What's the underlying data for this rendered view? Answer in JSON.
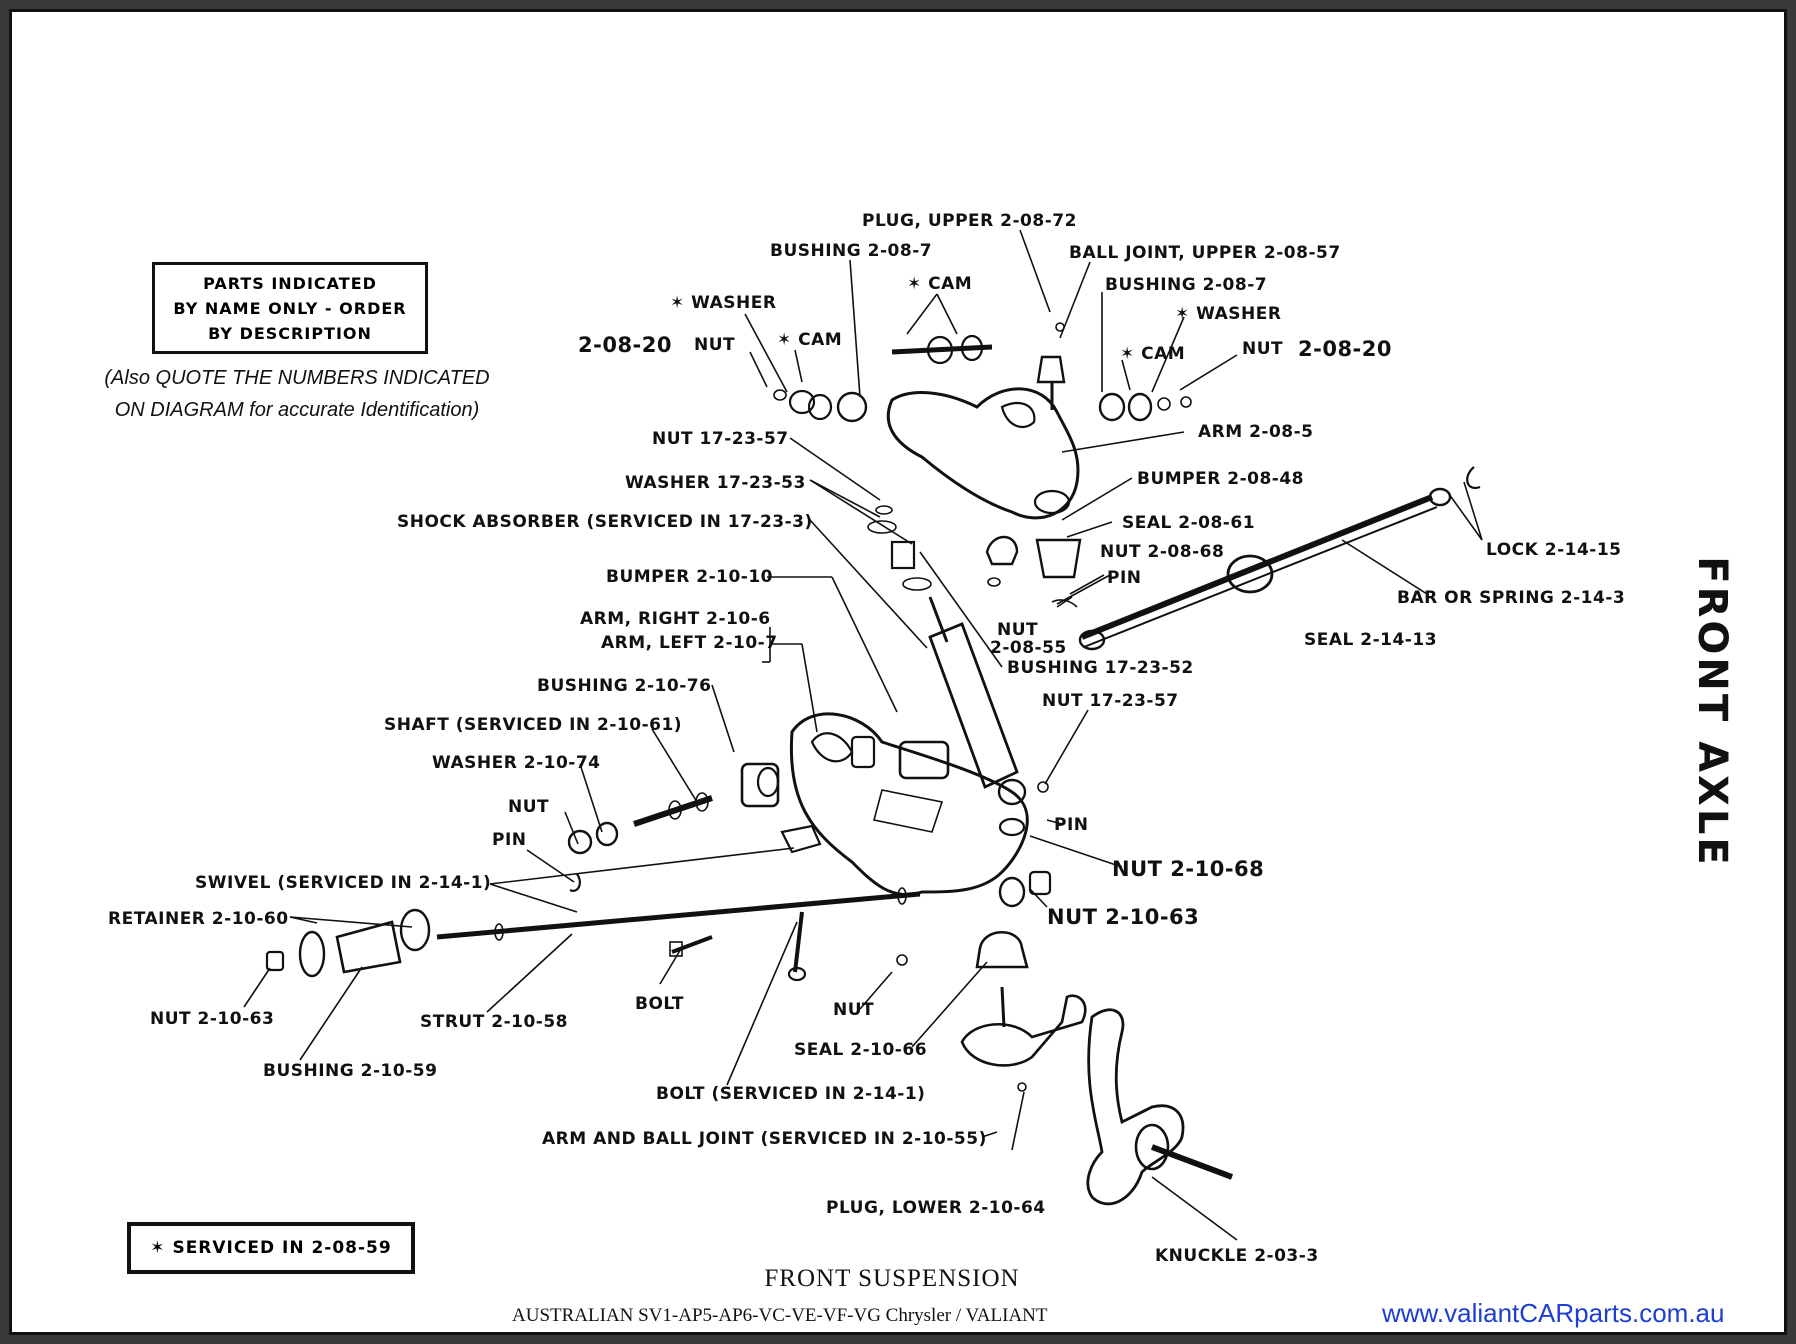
{
  "notes": {
    "parts_box": [
      "PARTS INDICATED",
      "BY NAME ONLY - ORDER",
      "BY DESCRIPTION"
    ],
    "quote_line1": "(Also QUOTE THE NUMBERS INDICATED",
    "quote_line2": "ON DIAGRAM for accurate Identification)",
    "serviced": "✶ SERVICED IN 2-08-59"
  },
  "side_title": "FRONT AXLE",
  "caption": {
    "title": "FRONT SUSPENSION",
    "subtitle": "AUSTRALIAN SV1-AP5-AP6-VC-VE-VF-VG Chrysler / VALIANT"
  },
  "website": "www.valiantCARparts.com.au",
  "labels": {
    "plug_upper": "PLUG, UPPER 2-08-72",
    "bushing_upper_left": "BUSHING 2-08-7",
    "ball_joint_upper": "BALL JOINT, UPPER 2-08-57",
    "cam_top": "✶ CAM",
    "bushing_upper_right": "BUSHING 2-08-7",
    "washer_left": "✶ WASHER",
    "washer_right": "✶ WASHER",
    "nut_left_num": "2-08-20",
    "nut_left": "NUT",
    "cam_left": "✶ CAM",
    "cam_right": "✶ CAM",
    "nut_right": "NUT",
    "nut_right_num": "2-08-20",
    "nut_17_23_57_top": "NUT 17-23-57",
    "arm_2_08_5": "ARM 2-08-5",
    "washer_17_23_53": "WASHER 17-23-53",
    "bumper_2_08_48": "BUMPER 2-08-48",
    "shock_absorber": "SHOCK ABSORBER (SERVICED IN 17-23-3)",
    "seal_2_08_61": "SEAL 2-08-61",
    "nut_2_08_68": "NUT 2-08-68",
    "pin_top": "PIN",
    "lock": "LOCK 2-14-15",
    "bar_or_spring": "BAR OR SPRING 2-14-3",
    "bumper_2_10_10": "BUMPER 2-10-10",
    "nut_2_08_55_a": "NUT",
    "nut_2_08_55_b": "2-08-55",
    "arm_right": "ARM, RIGHT 2-10-6",
    "arm_left": "ARM, LEFT 2-10-7",
    "seal_2_14_13": "SEAL 2-14-13",
    "bushing_17_23_52": "BUSHING 17-23-52",
    "bushing_2_10_76": "BUSHING 2-10-76",
    "nut_17_23_57_mid": "NUT 17-23-57",
    "shaft": "SHAFT (SERVICED IN 2-10-61)",
    "washer_2_10_74": "WASHER 2-10-74",
    "nut_small": "NUT",
    "pin_mid": "PIN",
    "pin_left": "PIN",
    "nut_2_10_68": "NUT 2-10-68",
    "swivel": "SWIVEL (SERVICED IN 2-14-1)",
    "retainer": "RETAINER 2-10-60",
    "nut_2_10_63_right": "NUT 2-10-63",
    "nut_2_10_63_left": "NUT 2-10-63",
    "strut": "STRUT 2-10-58",
    "bolt": "BOLT",
    "nut_bottom": "NUT",
    "seal_2_10_66": "SEAL 2-10-66",
    "bushing_2_10_59": "BUSHING 2-10-59",
    "bolt_serviced": "BOLT (SERVICED IN 2-14-1)",
    "arm_ball_joint": "ARM AND BALL JOINT (SERVICED IN 2-10-55)",
    "plug_lower": "PLUG, LOWER 2-10-64",
    "knuckle": "KNUCKLE 2-03-3"
  }
}
